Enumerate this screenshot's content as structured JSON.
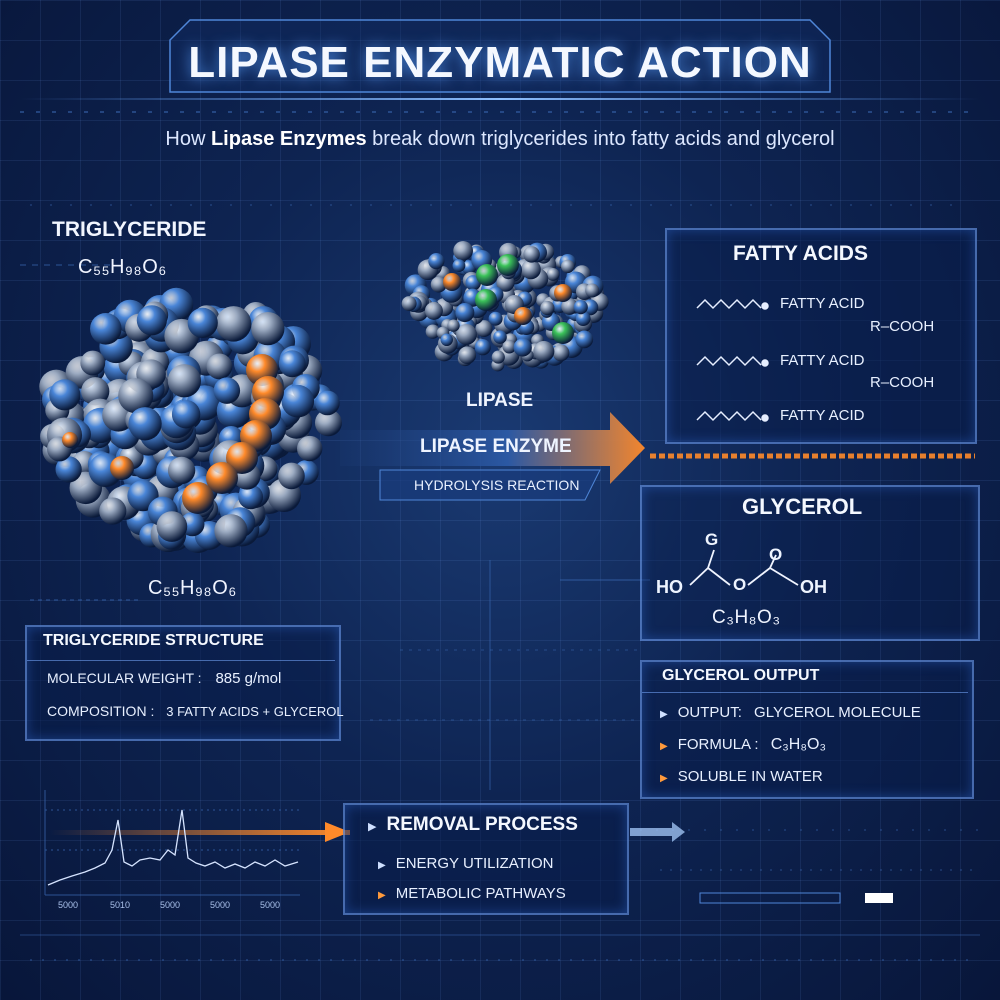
{
  "title": "LIPASE ENZYMATIC ACTION",
  "subtitle": {
    "prefix": "How",
    "highlight": "Lipase Enzymes",
    "suffix": "break down triglycerides into fatty acids and glycerol"
  },
  "triglyceride": {
    "label": "TRIGLYCERIDE",
    "formula_top": "C₅₅H₉₈O₆",
    "formula_bottom": "C₅₅H₉₈O₆"
  },
  "lipase": {
    "label": "LIPASE"
  },
  "enzyme_arrow": {
    "label": "LIPASE ENZYME",
    "sub": "HYDROLYSIS REACTION"
  },
  "fatty_acids": {
    "heading": "FATTY ACIDS",
    "items": [
      {
        "label": "FATTY ACID",
        "formula": "R–COOH"
      },
      {
        "label": "FATTY ACID",
        "formula": "R–COOH"
      },
      {
        "label": "FATTY ACID",
        "formula": ""
      }
    ]
  },
  "glycerol": {
    "heading": "GLYCEROL",
    "top_atom": "G",
    "left_atom": "HO",
    "mid_atom": "O",
    "right_atom": "OH",
    "formula": "C₃H₈O₃"
  },
  "triglyceride_structure": {
    "heading": "TRIGLYCERIDE STRUCTURE",
    "weight_label": "MOLECULAR WEIGHT :",
    "weight_value": "885 g/mol",
    "composition_label": "COMPOSITION :",
    "composition_value": "3 FATTY ACIDS + GLYCEROL"
  },
  "glycerol_output": {
    "heading": "GLYCEROL OUTPUT",
    "items": [
      {
        "label": "OUTPUT:",
        "value": "GLYCEROL MOLECULE"
      },
      {
        "label": "FORMULA :",
        "value": "C₃H₈O₃"
      },
      {
        "label": "SOLUBLE IN WATER",
        "value": ""
      }
    ]
  },
  "removal": {
    "heading": "REMOVAL PROCESS",
    "items": [
      "ENERGY UTILIZATION",
      "METABOLIC PATHWAYS"
    ]
  },
  "chart_ticks": [
    "5000",
    "5010",
    "5000",
    "5000",
    "5000"
  ],
  "colors": {
    "accent_blue": "#4a86d8",
    "accent_orange": "#ff8a2a",
    "sphere_green": "#3cc45a",
    "sphere_gray": "#9aa9c0",
    "panel_border": "#6fa0ee"
  }
}
